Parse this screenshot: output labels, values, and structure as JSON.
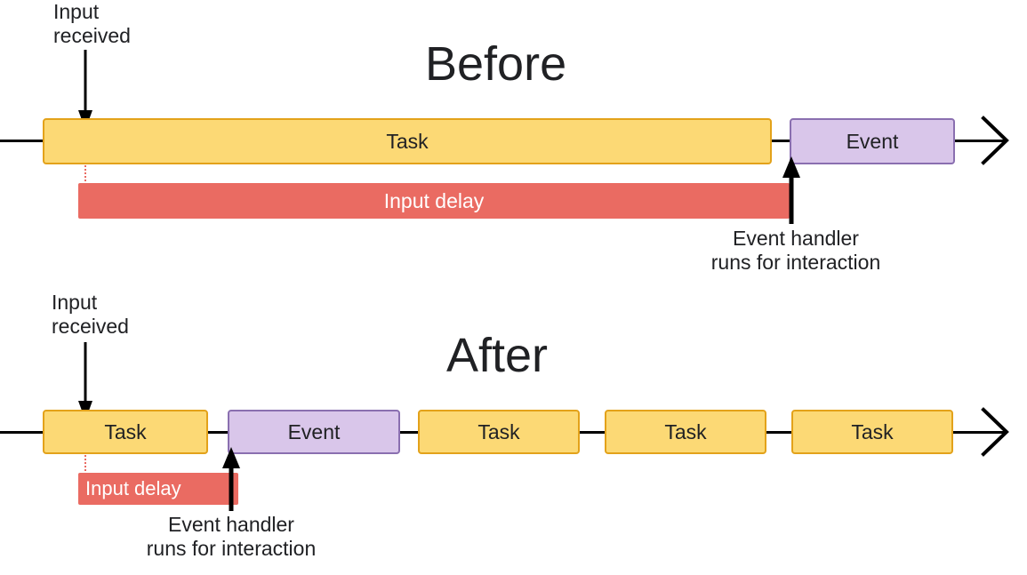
{
  "diagram": {
    "sections": [
      {
        "id": "before",
        "title": "Before",
        "input_label": "Input\nreceived",
        "delay_label": "Input delay",
        "handler_label": "Event handler\nruns for interaction",
        "blocks": [
          {
            "type": "task",
            "label": "Task"
          },
          {
            "type": "event",
            "label": "Event"
          }
        ]
      },
      {
        "id": "after",
        "title": "After",
        "input_label": "Input\nreceived",
        "delay_label": "Input delay",
        "handler_label": "Event handler\nruns for interaction",
        "blocks": [
          {
            "type": "task",
            "label": "Task"
          },
          {
            "type": "event",
            "label": "Event"
          },
          {
            "type": "task",
            "label": "Task"
          },
          {
            "type": "task",
            "label": "Task"
          },
          {
            "type": "task",
            "label": "Task"
          }
        ]
      }
    ],
    "colors": {
      "task_fill": "#fcd975",
      "task_stroke": "#e3a21a",
      "event_fill": "#d9c6ea",
      "event_stroke": "#8a6fb0",
      "delay_fill": "#ea6b62",
      "axis": "#000000",
      "text": "#202124",
      "background": "#ffffff"
    }
  }
}
